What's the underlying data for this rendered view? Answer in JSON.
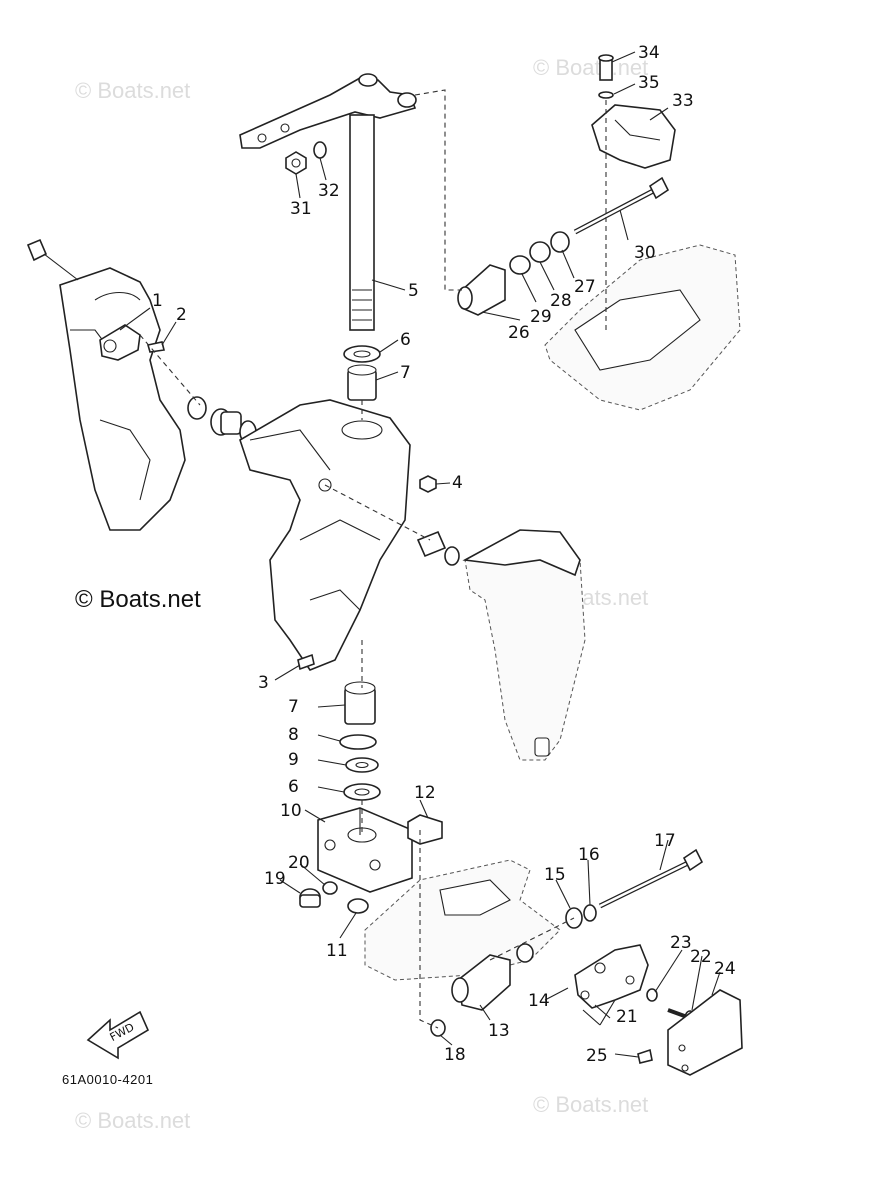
{
  "diagram": {
    "code": "61A0010-4201",
    "fwd_label": "FWD",
    "watermark": "© Boats.net",
    "callouts": {
      "p1": "1",
      "p2": "2",
      "p3": "3",
      "p4": "4",
      "p5": "5",
      "p6a": "6",
      "p6b": "6",
      "p7a": "7",
      "p7b": "7",
      "p8": "8",
      "p9": "9",
      "p10": "10",
      "p11": "11",
      "p12": "12",
      "p13": "13",
      "p14": "14",
      "p15": "15",
      "p16": "16",
      "p17": "17",
      "p18": "18",
      "p19": "19",
      "p20": "20",
      "p21": "21",
      "p22": "22",
      "p23": "23",
      "p24": "24",
      "p25": "25",
      "p26": "26",
      "p27": "27",
      "p28": "28",
      "p29": "29",
      "p30": "30",
      "p31": "31",
      "p32": "32",
      "p33": "33",
      "p34": "34",
      "p35": "35"
    }
  }
}
